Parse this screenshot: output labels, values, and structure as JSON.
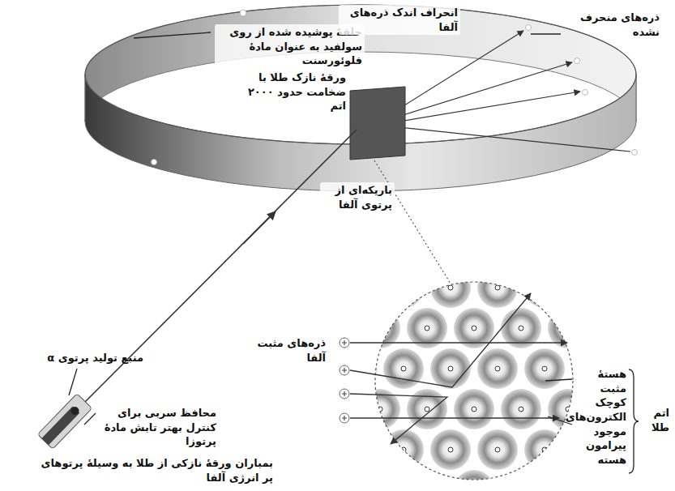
{
  "diagram": {
    "caption": "بمباران ورقهٔ نازکی از طلا به وسیلهٔ پرتوهای پر انرژی آلفا",
    "labels": [
      "حلقهٔ پوشیده شده از روی سولفید به عنوان مادهٔ فلوئورسنت",
      "انحراف اندک ذره‌های آلفا",
      "ذره‌های منحرف نشده",
      "ورقهٔ نازک طلا با ضخامت حدود ۲۰۰۰ اتم",
      "باریکه‌ای از پرتوی آلفا",
      "منبع تولید پرتوی α",
      "محافظ سربی برای کنترل بهتر تابش مادهٔ پرتوزا",
      "ذره‌های مثبت آلفا",
      "هستهٔ مثبت کوچک",
      "الکترون‌های موجود پیرامون هسته",
      "اتم طلا"
    ]
  }
}
